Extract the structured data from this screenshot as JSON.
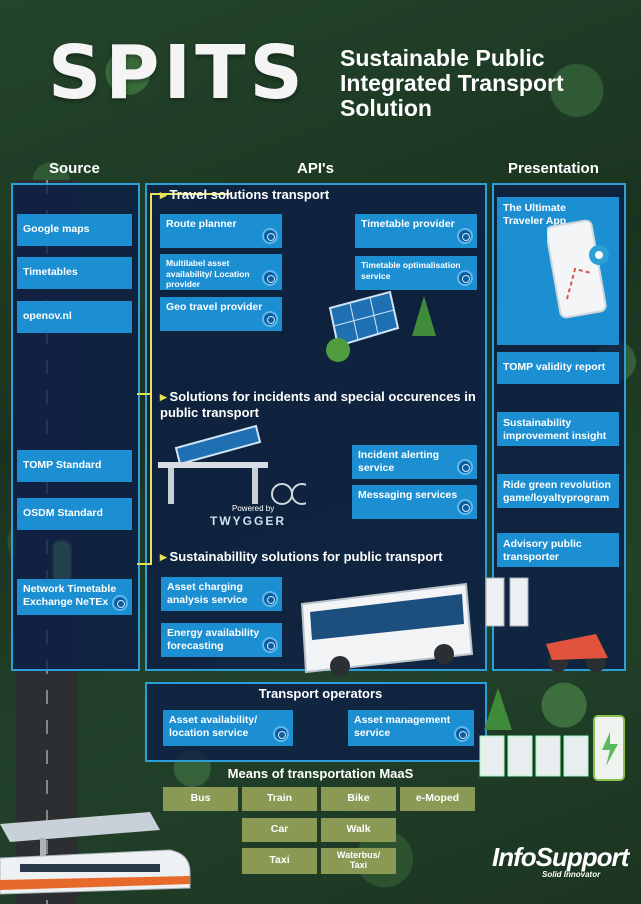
{
  "header": {
    "title": "SPITS",
    "subtitle": "Sustainable Public Integrated Transport Solution"
  },
  "columns": {
    "source": "Source",
    "apis": "API's",
    "presentation": "Presentation"
  },
  "source": {
    "items": [
      "Google maps",
      "Timetables",
      "openov.nl",
      "TOMP Standard",
      "OSDM Standard",
      "Network Timetable Exchange NeTEx"
    ]
  },
  "sections": {
    "travel": {
      "title": "Travel solutions transport",
      "items": [
        "Route planner",
        "Multilabel asset availability/ Location provider",
        "Geo travel provider",
        "Timetable provider",
        "Timetable optimalisation service"
      ]
    },
    "incidents": {
      "title": "Solutions for incidents and special occurences in public transport",
      "items": [
        "Incident alerting service",
        "Messaging services"
      ],
      "powered_by": "Powered by",
      "powered_brand": "TWYGGER"
    },
    "sustainability": {
      "title": "Sustainabillity solutions for public transport",
      "items": [
        "Asset charging analysis service",
        "Energy availability forecasting"
      ]
    },
    "operators": {
      "title": "Transport operators",
      "items": [
        "Asset availability/ location service",
        "Asset management service"
      ]
    }
  },
  "presentation": {
    "items": [
      "The Ultimate Traveler App",
      "TOMP validity report",
      "Sustainability improvement insight",
      "Ride green revolution game/loyaltyprogram",
      "Advisory public transporter"
    ]
  },
  "means": {
    "title": "Means of transportation MaaS",
    "modes": [
      "Bus",
      "Train",
      "Bike",
      "e-Moped",
      "Car",
      "Walk",
      "Taxi",
      "Waterbus/ Taxi"
    ]
  },
  "footer": {
    "logo": "InfoSupport",
    "tagline": "Solid Innovator"
  },
  "colors": {
    "accent": "#1c8fd2",
    "panel_border": "#2a9fd8",
    "highlight": "#e8e25a",
    "mode_bg": "#8a9a55"
  }
}
